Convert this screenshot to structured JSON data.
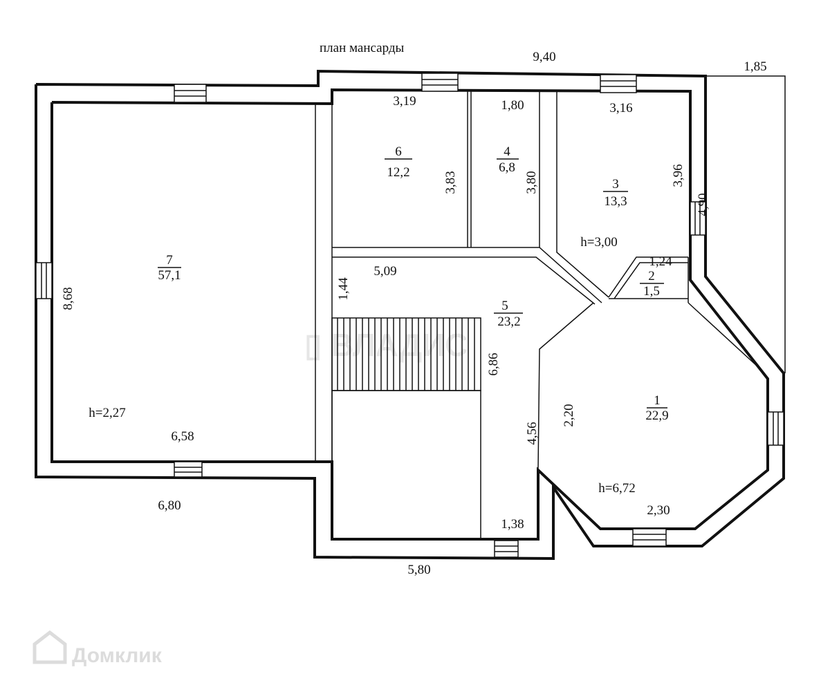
{
  "title": "план мансарды",
  "watermarks": {
    "agency": "ВЛАДИС",
    "portal": "Домклик"
  },
  "rooms": [
    {
      "number": "1",
      "area": "22,9",
      "height": "h=6,72"
    },
    {
      "number": "2",
      "area": "1,5"
    },
    {
      "number": "3",
      "area": "13,3",
      "height": "h=3,00"
    },
    {
      "number": "4",
      "area": "6,8"
    },
    {
      "number": "5",
      "area": "23,2"
    },
    {
      "number": "6",
      "area": "12,2"
    },
    {
      "number": "7",
      "area": "57,1",
      "height": "h=2,27"
    }
  ],
  "dimensions": {
    "top_total": "9,40",
    "top_right": "1,85",
    "r6_width": "3,19",
    "r6_height": "3,83",
    "r4_width": "1,80",
    "r4_height": "3,80",
    "r3_width": "3,16",
    "r3_height": "3,96",
    "side_right": "4,90",
    "r2_width": "1,24",
    "corridor_len": "5,09",
    "corridor_h": "1,44",
    "r7_height": "8,68",
    "r7_inner_width": "6,58",
    "r7_outer_width": "6,80",
    "stair_len": "6,86",
    "hall_len": "4,56",
    "hall_width": "1,38",
    "bottom": "5,80",
    "oct_side": "2,20",
    "oct_bottom": "2,30"
  }
}
